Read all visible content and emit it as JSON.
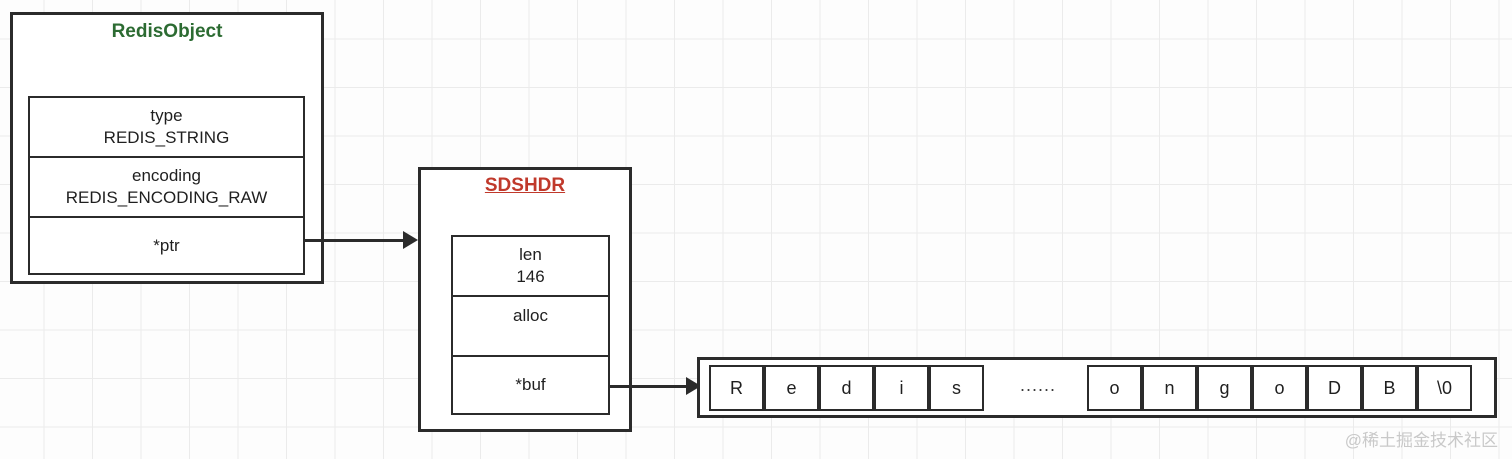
{
  "diagram": {
    "title_watermark": "@稀土掘金技术社区",
    "colors": {
      "redisobject_title": "#2c6b32",
      "sdshdr_title": "#c0392b",
      "stroke": "#2b2b2b",
      "grid": "#ebebeb"
    }
  },
  "redis_object": {
    "title": "RedisObject",
    "fields": [
      {
        "name": "type",
        "value": "REDIS_STRING"
      },
      {
        "name": "encoding",
        "value": "REDIS_ENCODING_RAW"
      },
      {
        "name": "*ptr",
        "value": ""
      }
    ]
  },
  "sdshdr": {
    "title": "SDSHDR",
    "fields": [
      {
        "name": "len",
        "value": "146"
      },
      {
        "name": "alloc",
        "value": ""
      },
      {
        "name": "*buf",
        "value": ""
      }
    ]
  },
  "buffer": {
    "left_cells": [
      "R",
      "e",
      "d",
      "i",
      "s"
    ],
    "ellipsis": "......",
    "right_cells": [
      "o",
      "n",
      "g",
      "o",
      "D",
      "B",
      "\\0"
    ]
  }
}
